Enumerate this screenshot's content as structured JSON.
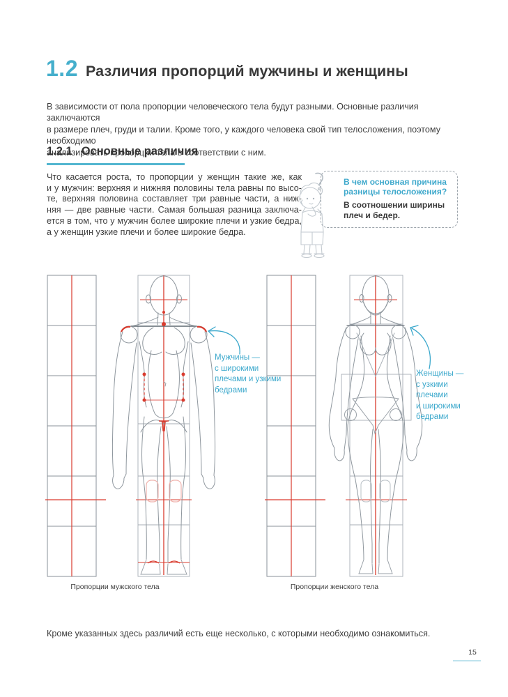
{
  "theme": {
    "accent_color": "#45afcc",
    "construction_red": "#d93b2e",
    "sketch_gray": "#8f979e"
  },
  "header": {
    "section_number": "1.2",
    "title": "Различия пропорций мужчины и женщины"
  },
  "intro": {
    "lines": [
      "В зависимости от пола пропорции человеческого тела будут разными. Основные различия заключаются",
      "в размере плеч, груди и талии. Кроме того, у каждого человека свой тип телосложения, поэтому необходимо",
      "анализировать пропорции тела в соответствии с ним."
    ]
  },
  "subsection": {
    "number": "1.2.1",
    "title": "Основные различия"
  },
  "body": {
    "lines": [
      "Что касается роста, то пропорции у женщин такие же, как",
      "и у мужчин: верхняя и нижняя половины тела равны по высо-",
      "те, верхняя половина составляет три равные части, а ниж-",
      "няя — две равные части. Самая большая разница заключа-",
      "ется в том, что у мужчин более широкие плечи и узкие бедра,",
      "а у женщин узкие плечи и более широкие бедра."
    ]
  },
  "callout": {
    "question_lines": [
      "В чем основная причина",
      "разницы телосложения?"
    ],
    "answer_lines": [
      "В соотношении ширины",
      "плеч и бедер."
    ],
    "character_icon": "thinking-child-sketch",
    "question_mark_icon": "?"
  },
  "figures": {
    "male": {
      "annotation_lines": [
        "Мужчины —",
        "с широкими",
        "плечами и узкими",
        "бедрами"
      ],
      "caption": "Пропорции мужского тела"
    },
    "female": {
      "annotation_lines": [
        "Женщины —",
        "с узкими",
        "плечами",
        "и широкими",
        "бедрами"
      ],
      "caption": "Пропорции женского тела"
    }
  },
  "footer": {
    "note": "Кроме указанных здесь различий есть еще несколько, с которыми необходимо ознакомиться.",
    "page_number": "15"
  }
}
